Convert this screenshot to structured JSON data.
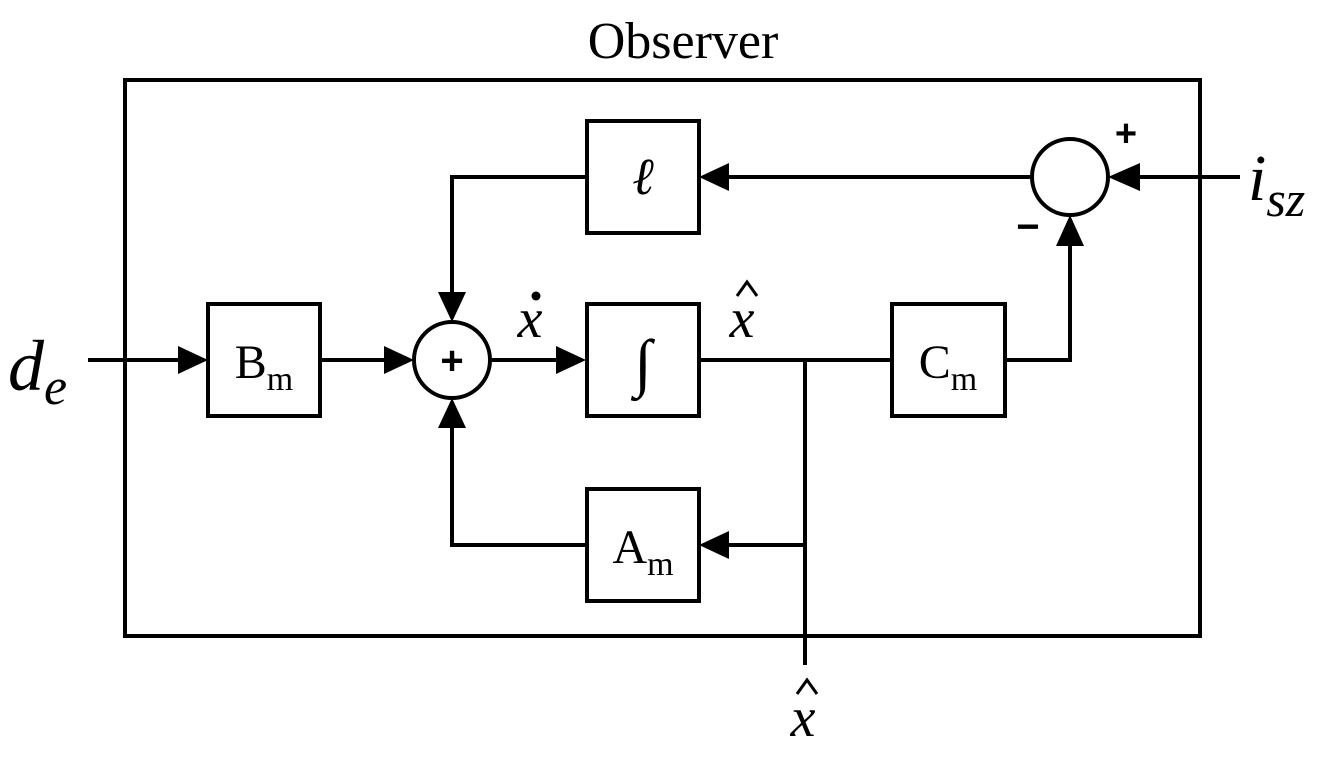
{
  "title": "Observer",
  "blocks": {
    "gain_l": "ℓ",
    "integrator": "∫",
    "b": {
      "main": "B",
      "sub": "m"
    },
    "c": {
      "main": "C",
      "sub": "m"
    },
    "a": {
      "main": "A",
      "sub": "m"
    }
  },
  "signals": {
    "input_left": {
      "main": "d",
      "sub": "e"
    },
    "input_right": {
      "main": "i",
      "sub": "sz"
    },
    "x_dot": "x",
    "x_hat": "x",
    "x_hat_output": "x"
  },
  "signs": {
    "summer_center": "+",
    "comparator_plus": "+",
    "comparator_minus": "−"
  }
}
